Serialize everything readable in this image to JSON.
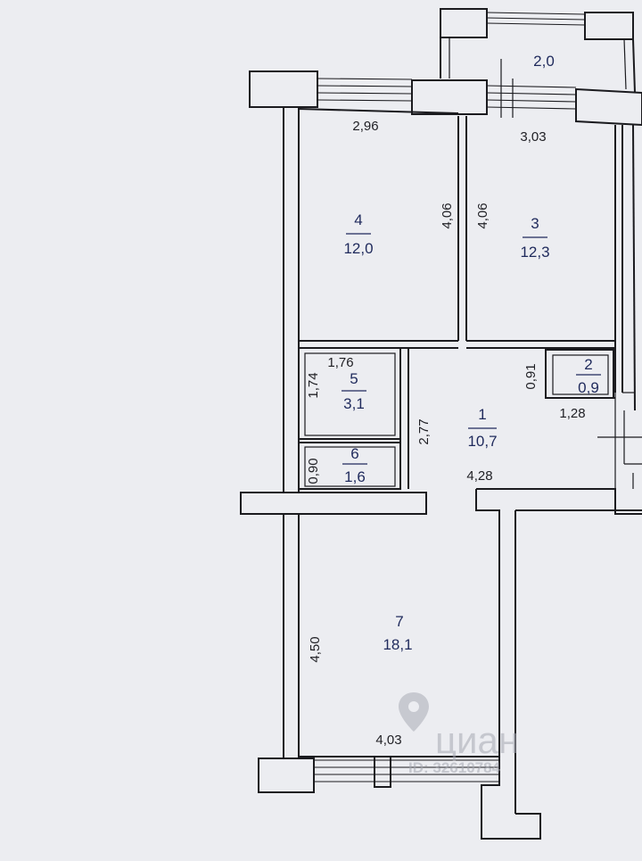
{
  "colors": {
    "paper": "#ecedf1",
    "ink": "#1b1b1f",
    "room_label": "#1f2a5c",
    "watermark": "#a9abb3"
  },
  "rooms": [
    {
      "id": "1",
      "number": "1",
      "area": "10,7"
    },
    {
      "id": "2",
      "number": "2",
      "area": "0,9"
    },
    {
      "id": "3",
      "number": "3",
      "area": "12,3"
    },
    {
      "id": "4",
      "number": "4",
      "area": "12,0"
    },
    {
      "id": "5",
      "number": "5",
      "area": "3,1"
    },
    {
      "id": "6",
      "number": "6",
      "area": "1,6"
    },
    {
      "id": "7",
      "number": "7",
      "area": "18,1"
    }
  ],
  "balcony": {
    "area": "2,0"
  },
  "dimensions": {
    "d_296": "2,96",
    "d_303": "3,03",
    "d_406a": "4,06",
    "d_406b": "4,06",
    "d_176": "1,76",
    "d_174": "1,74",
    "d_091": "0,91",
    "d_128": "1,28",
    "d_277": "2,77",
    "d_090": "0,90",
    "d_428": "4,28",
    "d_450": "4,50",
    "d_403": "4,03"
  },
  "watermark": {
    "brand": "циан",
    "id_text": "ID: 32610784",
    "icon": "location-pin-icon"
  }
}
